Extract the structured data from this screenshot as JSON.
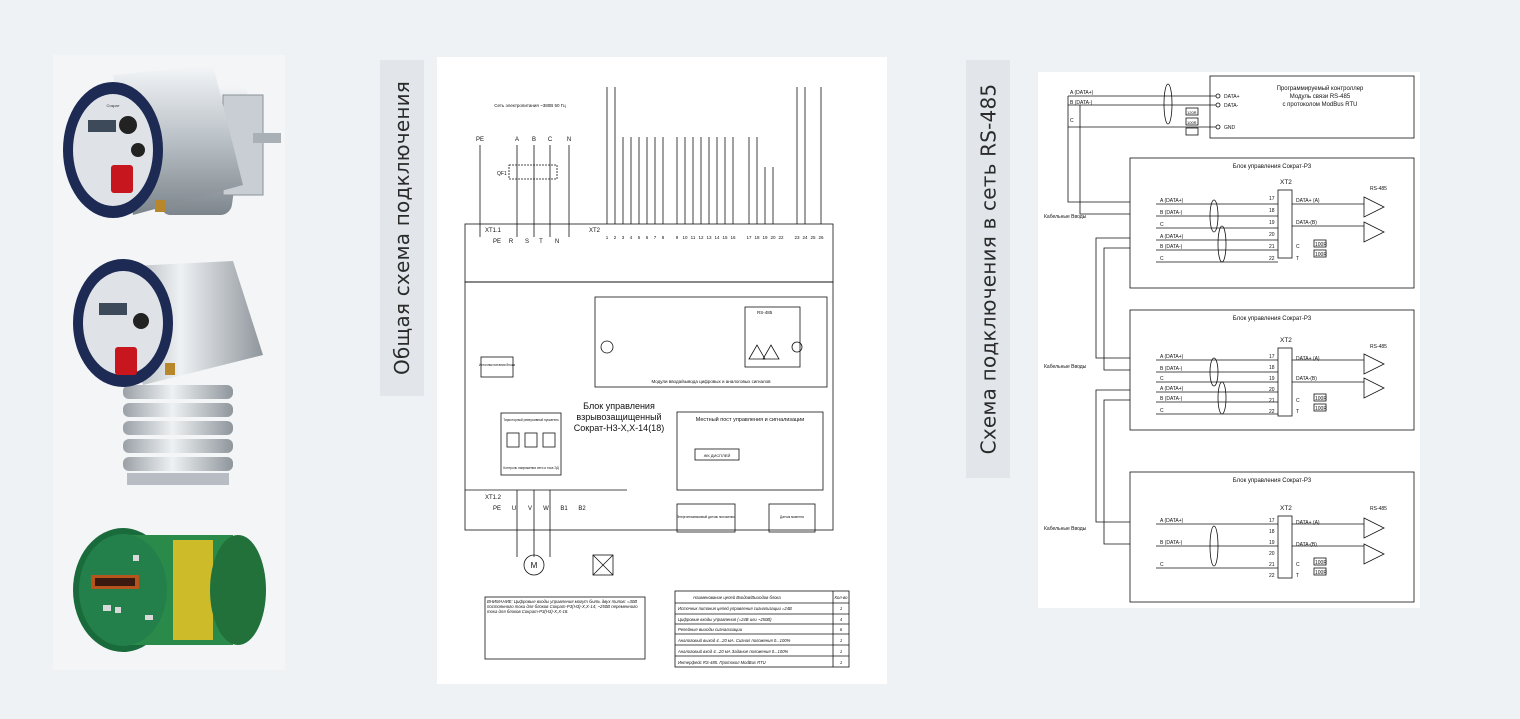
{
  "labels": {
    "general": "Общая схема подключения",
    "rs485": "Схема подключения в сеть RS-485"
  },
  "general": {
    "title1": "Блок управления",
    "title2": "взрывозащищенный",
    "title3": "Сократ-Н3-Х,Х-14(18)",
    "net": "Сеть электропитания ~380В 50 Гц",
    "xt1": "XT1.1",
    "xt1b": "XT1.2",
    "xt2": "XT2",
    "qf": "QF1",
    "motor": "M",
    "box_torque": "Тиристорный реверсивный пускатель",
    "box_torque2": "Контроль напряжения сети и тока ЭД",
    "box_local": "Местный пост управления и сигнализации",
    "lcd": "ЖК ДИСПЛЕЙ",
    "box_sensor": "Энергонезависимый датчик положения",
    "box_moment": "Датчик момента",
    "box_psu": "Источник питания блока",
    "modules": "Модули ввода/вывода цифровых и аналоговых сигналов",
    "rs485_small": "RS-485",
    "phase_pe": "PE",
    "phase_a": "A",
    "phase_b": "B",
    "phase_c": "C",
    "phase_n": "N",
    "term_r": "R",
    "term_s": "S",
    "term_t": "T",
    "term_u": "U",
    "term_v": "V",
    "term_w": "W",
    "term_b1": "B1",
    "term_b2": "B2",
    "note": "ВНИМАНИЕ: Цифровые входы управления могут быть двух типов: =30В постоянного тока для блоков Сократ-Р3(Н3)-Х,Х-14; ~250В переменного тока для блоков Сократ-Р3(Н3)-Х,Х-18.",
    "table_head": "Наименование цепей Входов/Выходов блока",
    "table_head2": "Кол-во",
    "rows": [
      {
        "name": "Источник питания цепей управления сигнализации =24В",
        "qty": "1"
      },
      {
        "name": "Цифровые входы управления (=24В или ~250В)",
        "qty": "4"
      },
      {
        "name": "Релейные выходы сигнализации",
        "qty": "6"
      },
      {
        "name": "Аналоговый выход 4...20 мА. Сигнал положения 0...100%",
        "qty": "1"
      },
      {
        "name": "Аналоговый вход 4...20 мА Задание положения 0...100%",
        "qty": "1"
      },
      {
        "name": "Интерфейс RS-485. Протокол ModBus RTU",
        "qty": "1"
      }
    ]
  },
  "rs": {
    "controller1": "Программируемый контроллер",
    "controller2": "Модуль связи RS-485",
    "controller3": "с протоколом ModBus RTU",
    "data_plus": "DATA+",
    "data_minus": "DATA-",
    "gnd": "GND",
    "line_a": "A (DATA+)",
    "line_b": "B (DATA-)",
    "line_c": "C",
    "r120": "120R",
    "r100": "100R",
    "unit_title": "Блок управления Сократ-Р3",
    "xt2": "XT2",
    "cable": "Кабельные Вводы",
    "rs485": "RS-485",
    "pins": [
      "17",
      "18",
      "19",
      "20",
      "21",
      "22"
    ],
    "sig_a": "DATA+ (A)",
    "sig_b": "DATA-(B)",
    "sig_c": "C",
    "sig_t": "T"
  }
}
